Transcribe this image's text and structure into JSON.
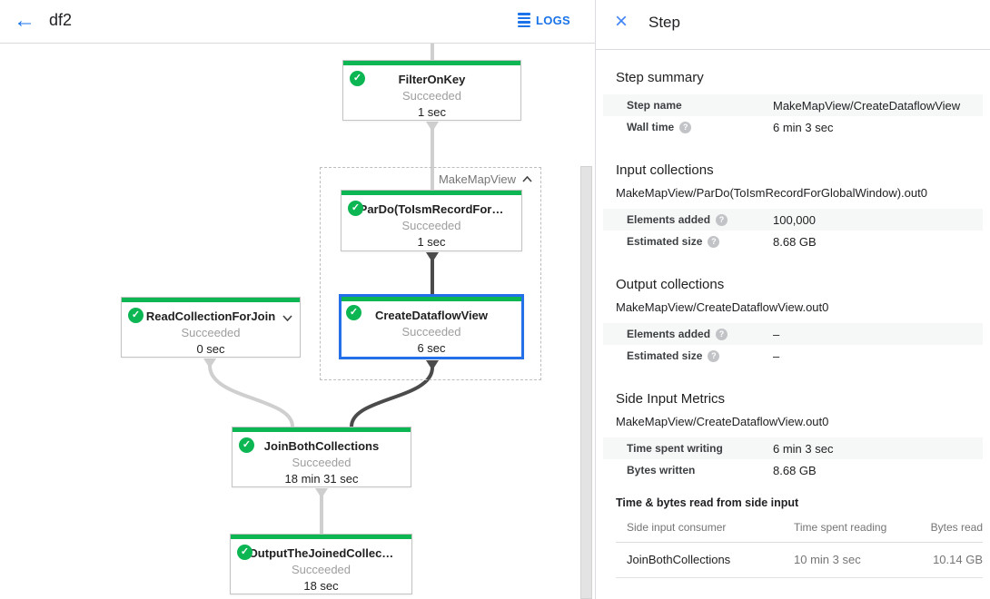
{
  "colors": {
    "accent_blue": "#1a73e8",
    "success_green": "#0cb653",
    "edge_light": "#cfcfcf",
    "edge_dark": "#4b4b4b"
  },
  "header": {
    "title": "df2",
    "logs_label": "LOGS"
  },
  "graph": {
    "group_label": "MakeMapView",
    "nodes": [
      {
        "title": "FilterOnKey",
        "status": "Succeeded",
        "time": "1 sec"
      },
      {
        "title": "ParDo(ToIsmRecordFor…",
        "status": "Succeeded",
        "time": "1 sec"
      },
      {
        "title": "CreateDataflowView",
        "status": "Succeeded",
        "time": "6 sec"
      },
      {
        "title": "ReadCollectionForJoin",
        "status": "Succeeded",
        "time": "0 sec"
      },
      {
        "title": "JoinBothCollections",
        "status": "Succeeded",
        "time": "18 min 31 sec"
      },
      {
        "title": "OutputTheJoinedCollec…",
        "status": "Succeeded",
        "time": "18 sec"
      }
    ]
  },
  "panel": {
    "title": "Step",
    "step_summary": {
      "heading": "Step summary",
      "rows": [
        {
          "label": "Step name",
          "value": "MakeMapView/CreateDataflowView"
        },
        {
          "label": "Wall time",
          "value": "6 min 3 sec"
        }
      ]
    },
    "input_collections": {
      "heading": "Input collections",
      "subtitle": "MakeMapView/ParDo(ToIsmRecordForGlobalWindow).out0",
      "rows": [
        {
          "label": "Elements added",
          "value": "100,000"
        },
        {
          "label": "Estimated size",
          "value": "8.68 GB"
        }
      ]
    },
    "output_collections": {
      "heading": "Output collections",
      "subtitle": "MakeMapView/CreateDataflowView.out0",
      "rows": [
        {
          "label": "Elements added",
          "value": "–"
        },
        {
          "label": "Estimated size",
          "value": "–"
        }
      ]
    },
    "side_input_metrics": {
      "heading": "Side Input Metrics",
      "subtitle": "MakeMapView/CreateDataflowView.out0",
      "rows": [
        {
          "label": "Time spent writing",
          "value": "6 min 3 sec"
        },
        {
          "label": "Bytes written",
          "value": "8.68 GB"
        }
      ]
    },
    "side_input_table": {
      "heading": "Time & bytes read from side input",
      "columns": {
        "consumer": "Side input consumer",
        "time_reading": "Time spent reading",
        "bytes_read": "Bytes read"
      },
      "rows": [
        {
          "consumer": "JoinBothCollections",
          "time_reading": "10 min 3 sec",
          "bytes_read": "10.14 GB"
        }
      ]
    }
  }
}
